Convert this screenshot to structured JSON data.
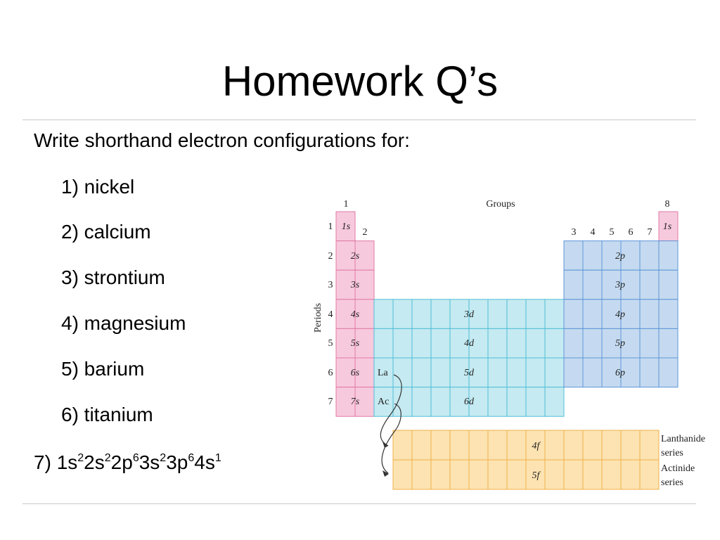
{
  "slide": {
    "title": "Homework Q’s",
    "intro": "Write shorthand electron configurations for:",
    "questions": [
      "1) nickel",
      "2) calcium",
      "3) strontium",
      "4) magnesium",
      "5) barium",
      "6) titanium"
    ],
    "q7": {
      "prefix": "7) ",
      "parts": [
        {
          "base": "1s",
          "sup": "2"
        },
        {
          "base": "2s",
          "sup": "2"
        },
        {
          "base": "2p",
          "sup": "6"
        },
        {
          "base": "3s",
          "sup": "2"
        },
        {
          "base": "3p",
          "sup": "6"
        },
        {
          "base": "4s",
          "sup": "1"
        }
      ]
    }
  },
  "periodic_table": {
    "groups_label": "Groups",
    "periods_label": "Periods",
    "group_1": "1",
    "group_2": "2",
    "group_8": "8",
    "p_groups": [
      "3",
      "4",
      "5",
      "6",
      "7"
    ],
    "periods": [
      "1",
      "2",
      "3",
      "4",
      "5",
      "6",
      "7"
    ],
    "s_labels": [
      "1s",
      "2s",
      "3s",
      "4s",
      "5s",
      "6s",
      "7s"
    ],
    "he_label": "1s",
    "d_labels": [
      "3d",
      "4d",
      "5d",
      "6d"
    ],
    "p_labels": [
      "2p",
      "3p",
      "4p",
      "5p",
      "6p"
    ],
    "f_labels": [
      "4f",
      "5f"
    ],
    "la": "La",
    "ac": "Ac",
    "lanthanide": [
      "Lanthanide",
      "series"
    ],
    "actinide": [
      "Actinide",
      "series"
    ],
    "colors": {
      "s_block": "#f7c9dd",
      "s_border": "#e07aa6",
      "d_block": "#c5eaf1",
      "d_border": "#4fbfd8",
      "p_block": "#c5daf0",
      "p_border": "#5d95d8",
      "f_block": "#fde3b1",
      "f_border": "#f0b04a"
    }
  }
}
